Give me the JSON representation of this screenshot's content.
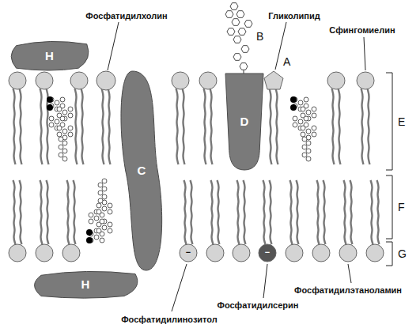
{
  "diagram": {
    "nodes": [
      {
        "text": [
          "H"
        ]
      },
      {
        "text": [
          "C"
        ]
      },
      {
        "text": [
          "D"
        ]
      },
      {
        "text": [
          "H"
        ]
      }
    ],
    "labels": [
      "Фосфатидилхолин",
      "Гликолипид",
      "Сфингомиелин",
      "B",
      "A",
      "E",
      "F",
      "G",
      "−",
      "−",
      "Фосфатидилинозитол",
      "Фосфатидилсерин",
      "Фосфатидилэтаноламин"
    ]
  }
}
